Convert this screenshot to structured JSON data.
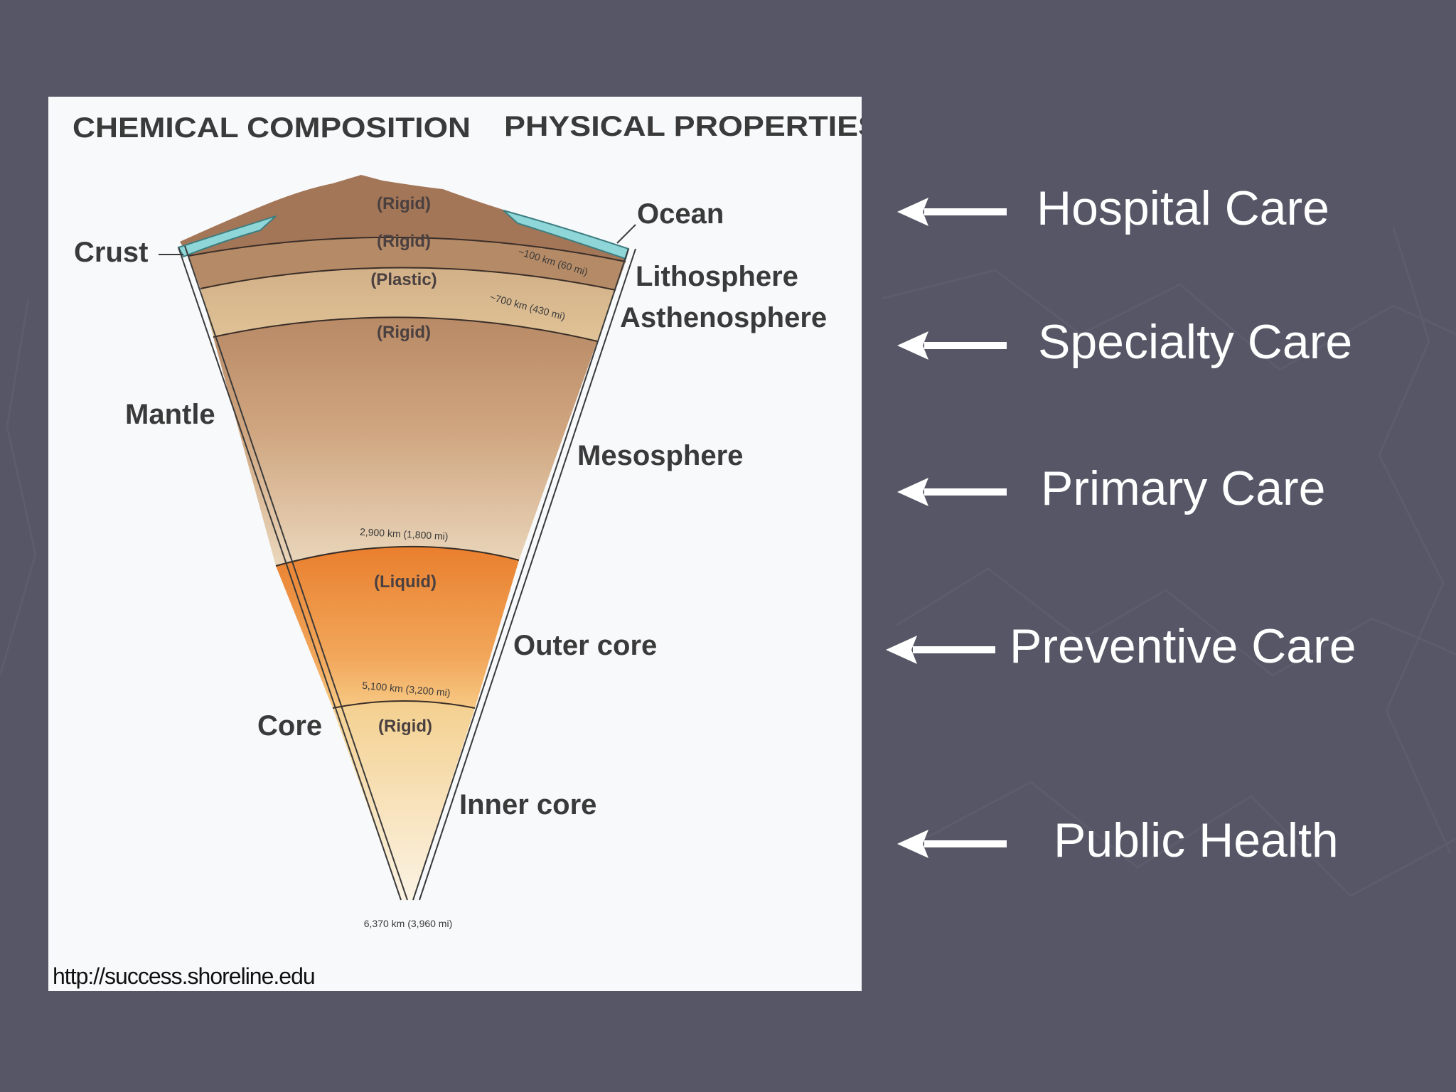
{
  "diagram": {
    "header_left": "CHEMICAL COMPOSITION",
    "header_right": "PHYSICAL PROPERTIES",
    "left_labels": {
      "crust": "Crust",
      "mantle": "Mantle",
      "core": "Core"
    },
    "right_labels": {
      "ocean": "Ocean",
      "lithosphere": "Lithosphere",
      "asthenosphere": "Asthenosphere",
      "mesosphere": "Mesosphere",
      "outer_core": "Outer core",
      "inner_core": "Inner core"
    },
    "states": {
      "crust": "(Rigid)",
      "lithosphere": "(Rigid)",
      "asthenosphere": "(Plastic)",
      "mesosphere": "(Rigid)",
      "outer_core": "(Liquid)",
      "inner_core": "(Rigid)"
    },
    "depths": {
      "lithosphere_base": "~100 km (60 mi)",
      "asthenosphere_base": "~700 km (430 mi)",
      "mantle_base": "2,900 km (1,800 mi)",
      "outer_core_base": "5,100 km (3,200 mi)",
      "center": "6,370 km (3,960 mi)"
    },
    "source_url": "http://success.shoreline.edu"
  },
  "care_levels": [
    {
      "label": "Hospital Care"
    },
    {
      "label": "Specialty Care"
    },
    {
      "label": "Primary Care"
    },
    {
      "label": "Preventive Care"
    },
    {
      "label": "Public Health"
    }
  ],
  "colors": {
    "background": "#565666",
    "panel": "#f7f9fb",
    "ocean": "#8fd6d8",
    "crust": "#a77c5e",
    "mantle": "#c49a72",
    "outer_core": "#ee8c3c",
    "inner_core": "#f6d79a",
    "text_light": "#ffffff"
  }
}
